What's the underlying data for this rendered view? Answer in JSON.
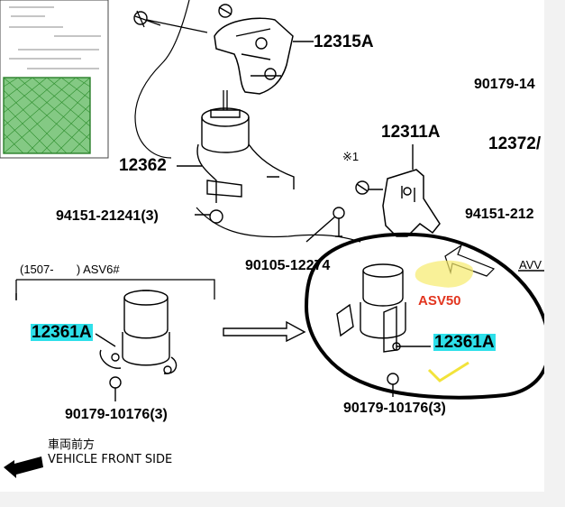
{
  "parts": {
    "p12315A": "12315A",
    "p90179_14": "90179-14",
    "p12311A": "12311A",
    "p12372": "12372/",
    "p12362": "12362",
    "p94151_21241": "94151-21241(3)",
    "p94151_212": "94151-212",
    "p90105_12274": "90105-12274",
    "p12361A_left": "12361A",
    "p12361A_right": "12361A",
    "p90179_10176_left": "90179-10176(3)",
    "p90179_10176_right": "90179-10176(3)"
  },
  "marks": {
    "asterisk_note": "※1",
    "range_note": "(1507-       ) ASV6#",
    "avv_note": "AVV",
    "asv50": "ASV50"
  },
  "front": {
    "jp": "車両前方",
    "en": "VEHICLE FRONT SIDE"
  },
  "colors": {
    "highlight": "#2ee0ea",
    "annotation_red": "#e2351f",
    "annotation_yellow": "#f2e33a",
    "minimap_green": "#6fc06f"
  }
}
